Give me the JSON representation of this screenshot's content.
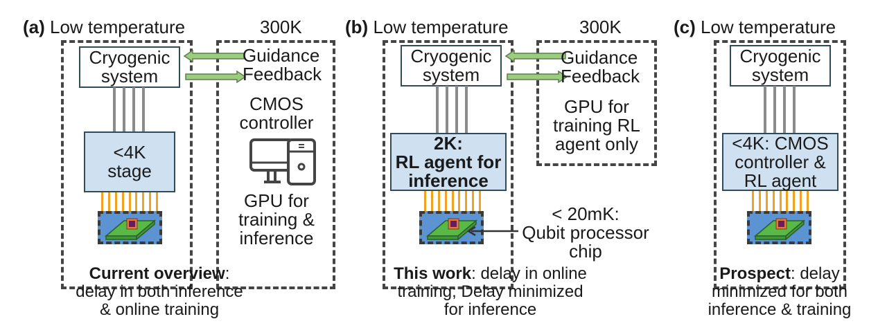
{
  "panels": {
    "a": {
      "tag": "(a)",
      "left_header": "Low temperature",
      "right_header": "300K",
      "cryo_line1": "Cryogenic",
      "cryo_line2": "system",
      "stage_line1": "<4K",
      "stage_line2": "stage",
      "guidance": "Guidance",
      "feedback": "Feedback",
      "cmos_line1": "CMOS",
      "cmos_line2": "controller",
      "gpu_line1": "GPU for",
      "gpu_line2": "training &",
      "gpu_line3": "inference",
      "caption_bold": "Current overview",
      "caption_rest": ":",
      "caption_line2": "delay in both inference",
      "caption_line3": "& online training"
    },
    "b": {
      "tag": "(b)",
      "left_header": "Low temperature",
      "right_header": "300K",
      "cryo_line1": "Cryogenic",
      "cryo_line2": "system",
      "stage_line1": "2K:",
      "stage_line2": "RL agent for",
      "stage_line3": "inference",
      "guidance": "Guidance",
      "feedback": "Feedback",
      "gpu_line1": "GPU for",
      "gpu_line2": "training RL",
      "gpu_line3": "agent only",
      "qubit_line1": "< 20mK:",
      "qubit_line2": "Qubit processor",
      "qubit_line3": "chip",
      "caption_bold": "This work",
      "caption_rest": ": delay in online",
      "caption_line2": "training; Delay minimized",
      "caption_line3": "for inference"
    },
    "c": {
      "tag": "(c)",
      "left_header": "Low temperature",
      "cryo_line1": "Cryogenic",
      "cryo_line2": "system",
      "stage_line1": "<4K: CMOS",
      "stage_line2": "controller &",
      "stage_line3": "RL agent",
      "caption_bold": "Prospect",
      "caption_rest": ": delay",
      "caption_line2": "minimized for both",
      "caption_line3": "inference & training"
    }
  },
  "colors": {
    "stage_fill": "#cfe0f1",
    "arrow_fill": "#9ccc7e",
    "chip_bg": "#5b93d3",
    "chip_green": "#58b947",
    "chip_core": "#6b1a5e",
    "pin": "#f0a320"
  }
}
